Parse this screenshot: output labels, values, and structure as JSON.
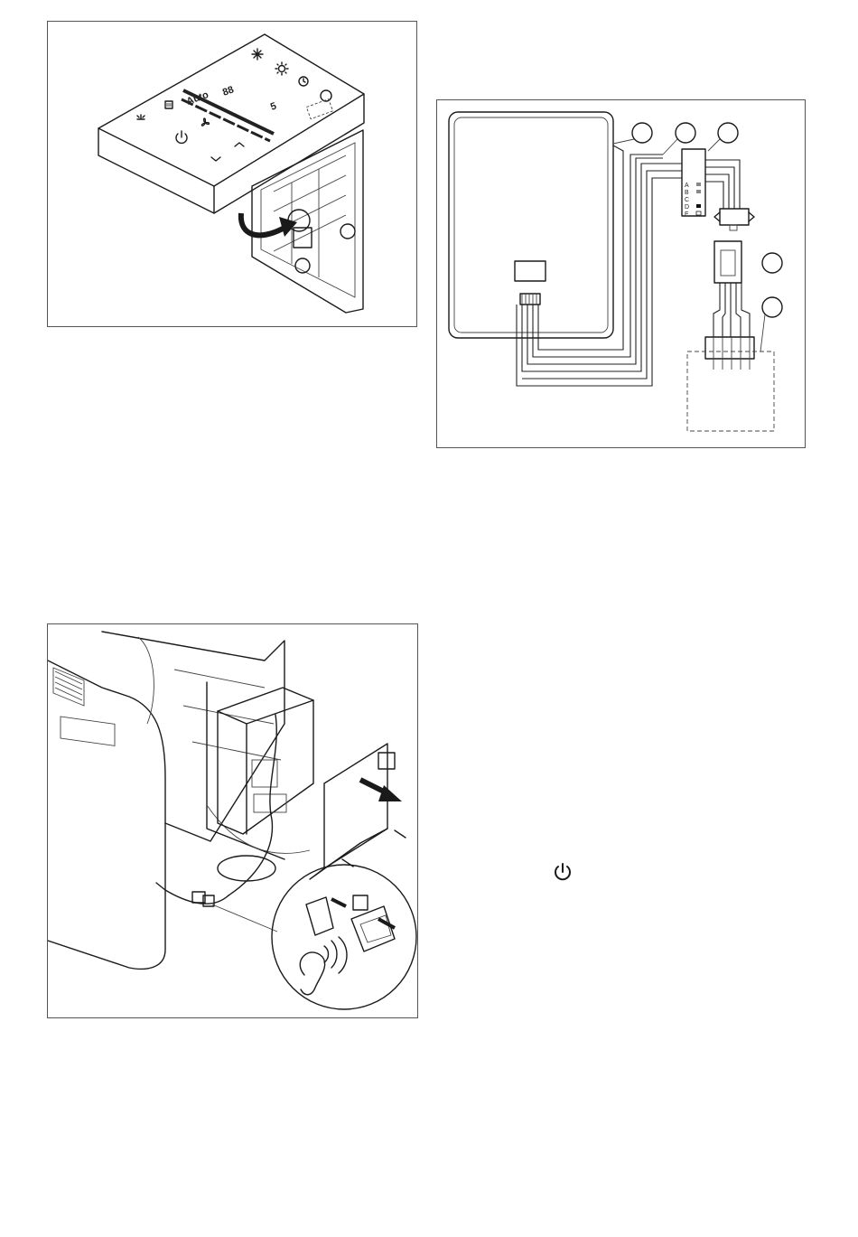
{
  "panel": {
    "display_digits": "88",
    "decimal_digit": "5",
    "mode_label": "Auto"
  },
  "wiring": {
    "terminal_letters": [
      "A",
      "B",
      "C",
      "D",
      "E"
    ]
  },
  "icons": {
    "snowflake": "snowflake-icon",
    "sun": "sun-icon",
    "timer": "timer-icon",
    "power": "power-icon",
    "fan": "fan-icon",
    "menu": "menu-icon",
    "light": "light-icon",
    "ear": "ear-icon",
    "arrow": "arrow-icon"
  },
  "colors": {
    "line": "#1a1a1a",
    "frame": "#555555"
  }
}
